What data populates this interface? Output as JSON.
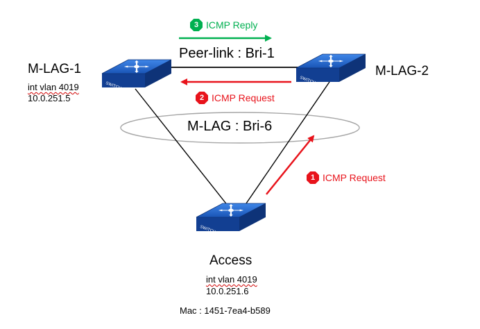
{
  "devices": {
    "mlag1": {
      "name": "M-LAG-1",
      "interface": "int vlan 4019",
      "ip": "10.0.251.5",
      "icon_label": "SWITCH"
    },
    "mlag2": {
      "name": "M-LAG-2",
      "icon_label": "SWITCH"
    },
    "access": {
      "name": "Access",
      "interface": "int vlan 4019",
      "ip": "10.0.251.6",
      "mac": "Mac : 1451-7ea4-b589",
      "icon_label": "SWITCH"
    }
  },
  "links": {
    "peer_link": "Peer-link : Bri-1",
    "mlag": "M-LAG : Bri-6"
  },
  "flows": [
    {
      "step": "1",
      "label": "ICMP Request",
      "color": "#e8131b"
    },
    {
      "step": "2",
      "label": "ICMP Request",
      "color": "#e8131b"
    },
    {
      "step": "3",
      "label": "ICMP Reply",
      "color": "#00b050"
    }
  ],
  "colors": {
    "switch_top": "#1d62c6",
    "switch_side": "#123f92",
    "request": "#e8131b",
    "reply": "#00b050",
    "ellipse": "#a6a6a6"
  }
}
